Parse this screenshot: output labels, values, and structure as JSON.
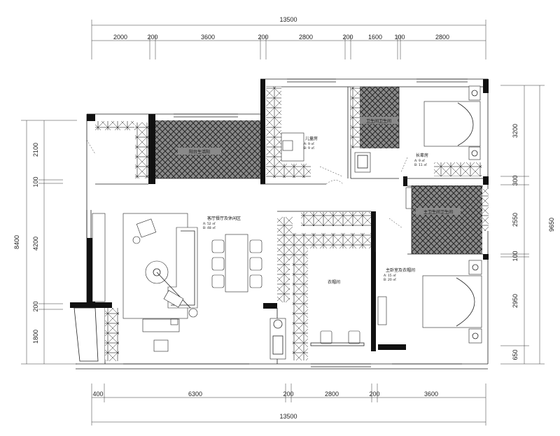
{
  "dimensions": {
    "top_total": "13500",
    "top_segments": [
      "2000",
      "200",
      "3600",
      "200",
      "2800",
      "200",
      "1600",
      "100",
      "2800"
    ],
    "bottom_segments": [
      "400",
      "6300",
      "200",
      "2800",
      "200",
      "3600"
    ],
    "bottom_total": "13500",
    "left_total": "8400",
    "left_segments": [
      "2100",
      "100",
      "4200",
      "200",
      "1800"
    ],
    "right_segments": [
      "3200",
      "300",
      "2550",
      "100",
      "2950",
      "650"
    ],
    "right_total": "9650"
  },
  "rooms": {
    "dining_balcony": "阳台生活阳",
    "child_room": "儿童房",
    "child_room_specs": [
      "A: 9 ㎡",
      "B: 9 ㎡"
    ],
    "guest_bath": "卫生间卫生间",
    "elder_room": "长辈房",
    "elder_room_specs": [
      "A: 9 ㎡",
      "B: 11 ㎡"
    ],
    "living": "客厅餐厅及休闲区",
    "living_specs": [
      "A: 52 ㎡",
      "B: 48 ㎡"
    ],
    "master_bath": "主卫生间卫生间",
    "cloakroom": "衣帽间",
    "master_room": "主卧室及衣帽间",
    "master_specs": [
      "A: 15 ㎡",
      "B: 20 ㎡"
    ]
  }
}
